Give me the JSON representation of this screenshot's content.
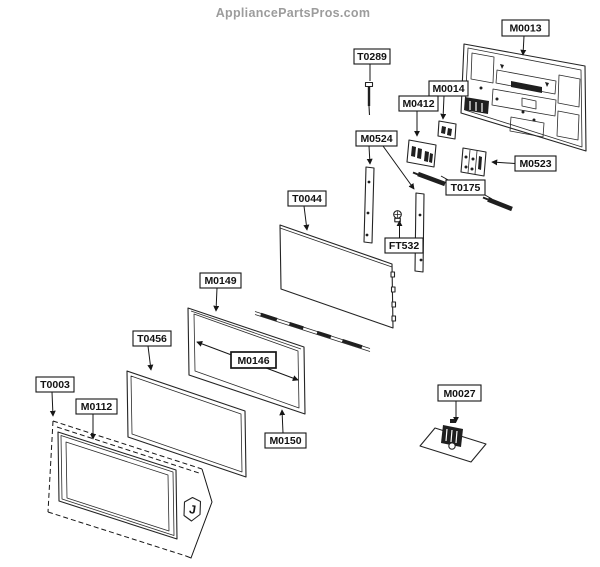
{
  "site": {
    "watermark": "AppliancePartsPros.com"
  },
  "diagram": {
    "type": "exploded-parts-diagram",
    "section_marker": "J",
    "callouts": {
      "m0013": "M0013",
      "t0289": "T0289",
      "m0014": "M0014",
      "m0412": "M0412",
      "m0524": "M0524",
      "m0523": "M0523",
      "t0175": "T0175",
      "t0044": "T0044",
      "ft532": "FT532",
      "m0149": "M0149",
      "t0456": "T0456",
      "m0146": "M0146",
      "m0150": "M0150",
      "t0003": "T0003",
      "m0112": "M0112",
      "m0027": "M0027"
    },
    "colors": {
      "line": "#161616",
      "dark_fill": "#1f1f1f",
      "watermark": "#9c9c9c",
      "background": "#ffffff"
    }
  }
}
